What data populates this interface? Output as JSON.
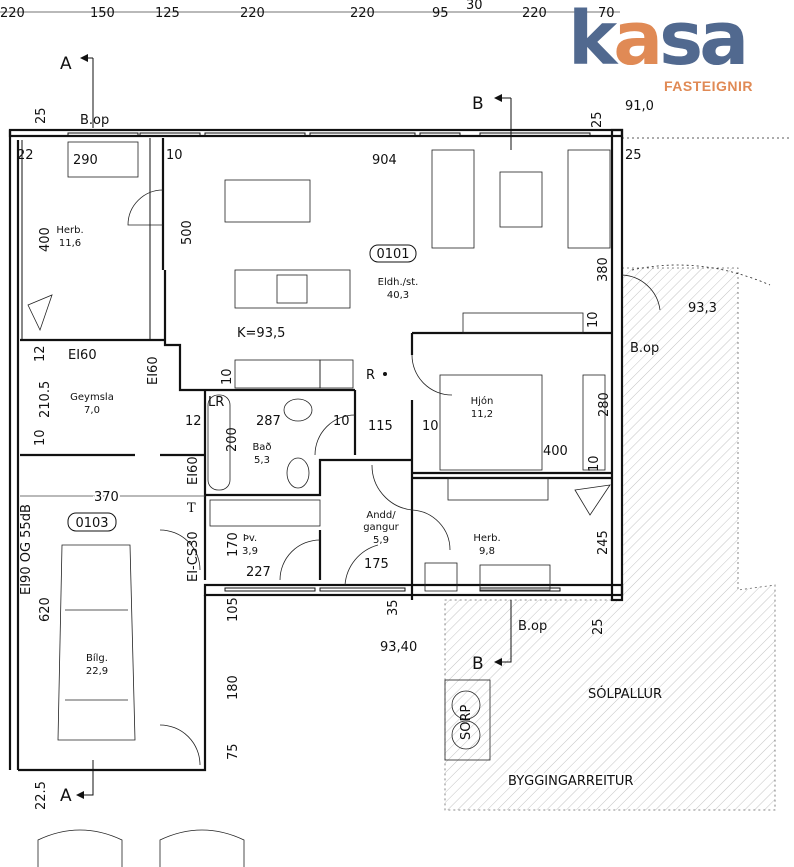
{
  "logo": {
    "brand": "kasa",
    "brand_k": "k",
    "brand_a1": "a",
    "brand_sa": "sa",
    "subtitle": "FASTEIGNIR",
    "colors": {
      "blue": "#51698f",
      "orange": "#e08a55"
    }
  },
  "top_dimensions": [
    "220",
    "150",
    "125",
    "220",
    "220",
    "95",
    "30",
    "220",
    "70"
  ],
  "dimensions": {
    "d25a": "25",
    "d25b": "25",
    "d25c": "25",
    "d22": "22",
    "d290": "290",
    "d10a": "10",
    "d904": "904",
    "d400a": "400",
    "d500": "500",
    "d380": "380",
    "d10b": "10",
    "d12a": "12",
    "d2105": "210.5",
    "d10c": "10",
    "d10d": "10",
    "d12b": "12",
    "d287": "287",
    "d10e": "10",
    "d115": "115",
    "d10f": "10",
    "d200": "200",
    "d280": "280",
    "d400b": "400",
    "d10g": "10",
    "d370": "370",
    "d170": "170",
    "d245": "245",
    "d227": "227",
    "d175": "175",
    "d105": "105",
    "d35": "35",
    "d25d": "25",
    "d620": "620",
    "d180": "180",
    "d75": "75",
    "d225": "22.5"
  },
  "fire_ratings": [
    "EI60",
    "EI60",
    "EI60",
    "EI-CS30",
    "EI90 OG 55dB"
  ],
  "rooms": [
    {
      "name": "Herb.",
      "area": "11,6"
    },
    {
      "name": "Eldh./st.",
      "area": "40,3",
      "id": "0101"
    },
    {
      "name": "Geymsla",
      "area": "7,0"
    },
    {
      "name": "Bað",
      "area": "5,3"
    },
    {
      "name": "Hjón",
      "area": "11,2"
    },
    {
      "name": "Andd/",
      "name2": "gangur",
      "area": "5,9"
    },
    {
      "name": "Þv.",
      "area": "3,9"
    },
    {
      "name": "Herb.",
      "area": "9,8"
    },
    {
      "name": "Bílg.",
      "area": "22,9",
      "id": "0103"
    }
  ],
  "annotations": {
    "floor_level": "K=93,5",
    "lr": "LR",
    "t": "T",
    "r": "R",
    "sorp": "SORP",
    "deck": "SÓLPALLUR",
    "building_area": "BYGGINGARREITUR"
  },
  "levels": [
    "91,0",
    "93,3",
    "93,40"
  ],
  "sections": {
    "a": "A",
    "b": "B",
    "bop": "B.op"
  }
}
